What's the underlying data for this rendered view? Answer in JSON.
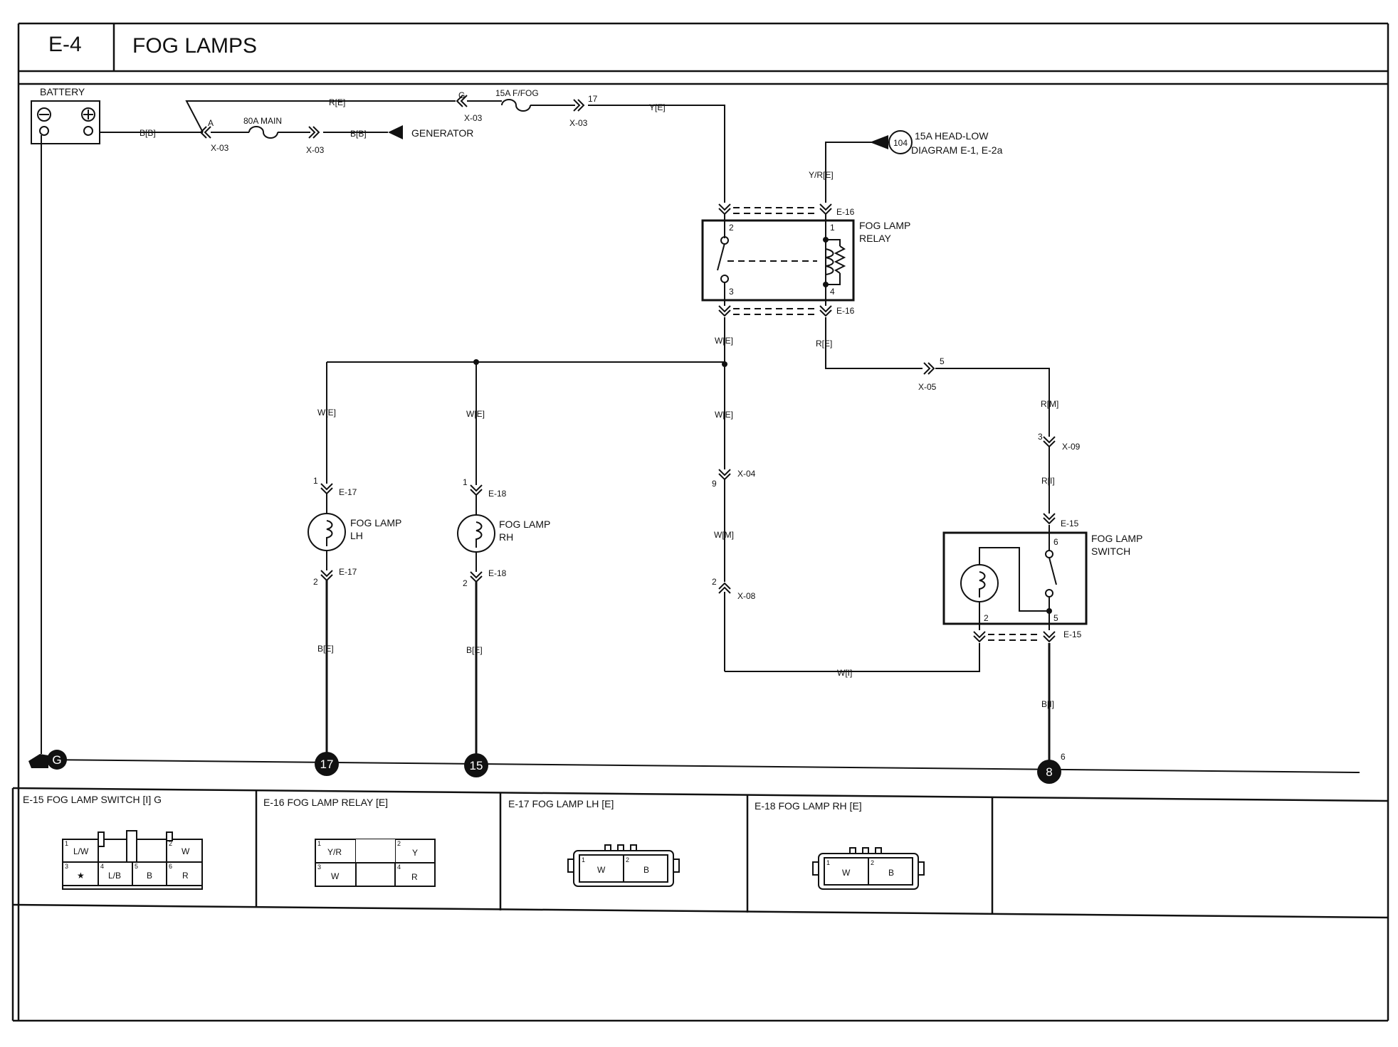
{
  "header": {
    "code": "E-4",
    "title": "FOG LAMPS"
  },
  "power": {
    "battery": "BATTERY",
    "main_fuse": "80A MAIN",
    "ffog_fuse": "15A F/FOG",
    "generator": "GENERATOR",
    "head_low_ref": "104",
    "head_low_line1": "15A HEAD-LOW",
    "head_low_line2": "DIAGRAM E-1, E-2a"
  },
  "wires": {
    "b_b1": "B[B]",
    "b_b2": "B[B]",
    "r_e": "R[E]",
    "y_e": "Y[E]",
    "yr_e": "Y/R[E]",
    "w_e_relay": "W[E]",
    "r_e_relay": "R[E]",
    "w_e_lh": "W[E]",
    "w_e_rh": "W[E]",
    "w_e_mid": "W[E]",
    "w_m": "W[M]",
    "w_i": "W[I]",
    "r_m": "R[M]",
    "r_i": "R[I]",
    "b_e_lh": "B[E]",
    "b_e_rh": "B[E]",
    "b_i": "B[I]"
  },
  "connectors": {
    "x03_a": "X-03",
    "x03_b": "X-03",
    "x03_c": "X-03",
    "x03_d": "X-03",
    "pin_a": "A",
    "pin_g": "G",
    "pin_17": "17",
    "e16_top": "E-16",
    "e16_bot": "E-16",
    "x05": "X-05",
    "x05_pin": "5",
    "x09": "X-09",
    "x09_pin": "3",
    "x04": "X-04",
    "x04_pin": "9",
    "x08": "X-08",
    "x08_pin": "2",
    "e17_top": "E-17",
    "e17_top_pin": "1",
    "e17_bot": "E-17",
    "e17_bot_pin": "2",
    "e18_top": "E-18",
    "e18_top_pin": "1",
    "e18_bot": "E-18",
    "e18_bot_pin": "2",
    "e15_top": "E-15",
    "e15_bot": "E-15"
  },
  "relay": {
    "label1": "FOG LAMP",
    "label2": "RELAY",
    "pin1": "1",
    "pin2": "2",
    "pin3": "3",
    "pin4": "4"
  },
  "lamps": {
    "lh1": "FOG LAMP",
    "lh2": "LH",
    "rh1": "FOG LAMP",
    "rh2": "RH"
  },
  "switch": {
    "label1": "FOG LAMP",
    "label2": "SWITCH",
    "pin6": "6",
    "pin5": "5",
    "pin2": "2"
  },
  "grounds": {
    "g": "G",
    "g17": "17",
    "g15": "15",
    "g8": "8",
    "g8_pin": "6"
  },
  "connector_views": [
    {
      "title": "E-15 FOG LAMP SWITCH [I] G",
      "cells": [
        "1",
        "L/W",
        "2",
        "W",
        "3",
        "★",
        "4",
        "L/B",
        "5",
        "B",
        "6",
        "R"
      ]
    },
    {
      "title": "E-16 FOG LAMP RELAY [E]",
      "cells": [
        "1",
        "Y/R",
        "2",
        "Y",
        "3",
        "W",
        "4",
        "R"
      ]
    },
    {
      "title": "E-17 FOG LAMP LH [E]",
      "cells": [
        "1",
        "W",
        "2",
        "B"
      ]
    },
    {
      "title": "E-18 FOG LAMP RH [E]",
      "cells": [
        "1",
        "W",
        "2",
        "B"
      ]
    }
  ]
}
